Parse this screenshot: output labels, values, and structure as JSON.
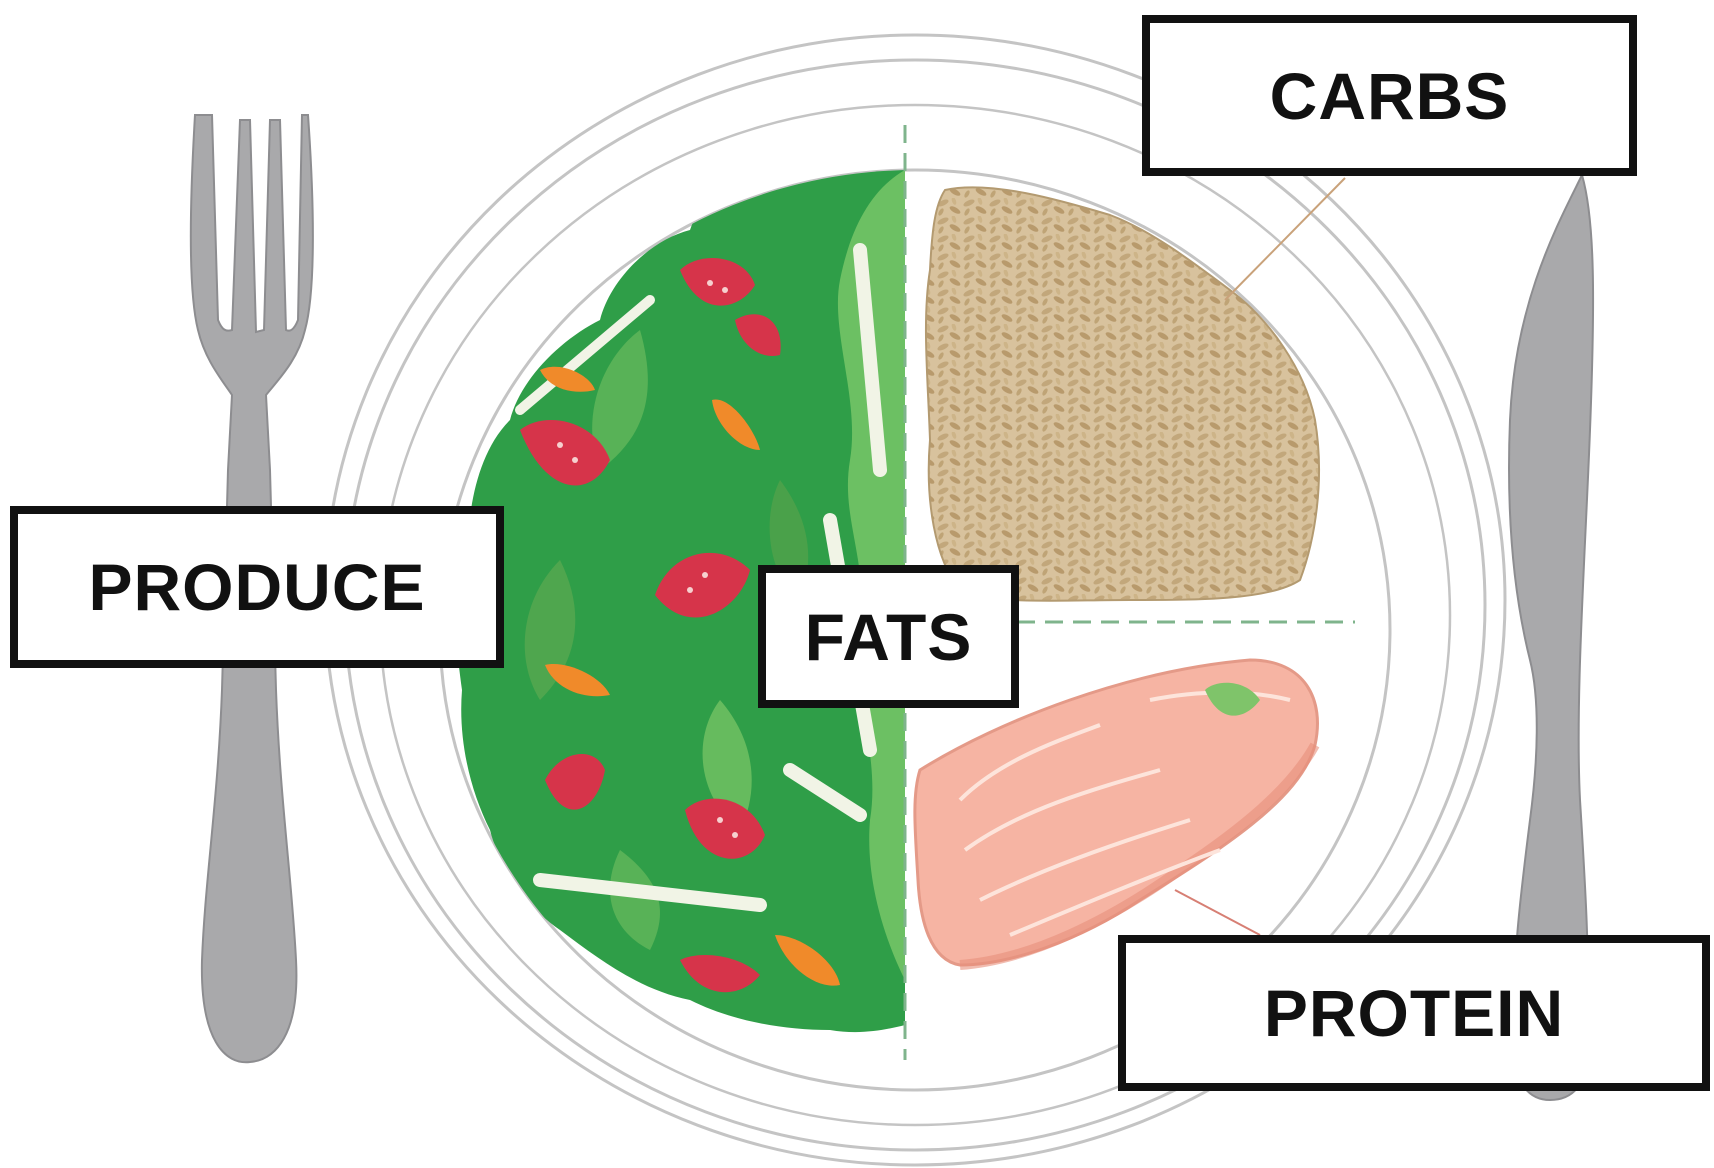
{
  "labels": {
    "carbs": "CARBS",
    "produce": "PRODUCE",
    "fats": "FATS",
    "protein": "PROTEIN"
  },
  "icons": {
    "fork": "fork-icon",
    "knife": "knife-icon",
    "plate": "plate-icon",
    "salad": "salad-icon",
    "rice": "rice-icon",
    "salmon": "salmon-icon"
  },
  "colors": {
    "label_border": "#111111",
    "label_text": "#111111",
    "cutlery": "#a9a9ab",
    "plate_line": "#c4c4c4",
    "divider": "#7fb48c",
    "greens": "#2f9e48",
    "tomato": "#d6344a",
    "carrot": "#f08a2a",
    "rice": "#c9b088",
    "salmon": "#f6b4a3"
  }
}
